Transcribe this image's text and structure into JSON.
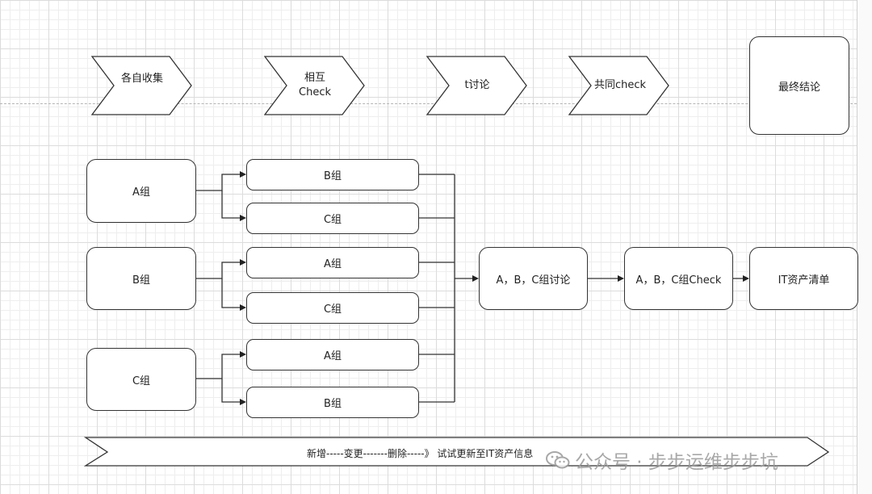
{
  "stages": [
    {
      "label": "各自收集"
    },
    {
      "label": "相互\nCheck"
    },
    {
      "label": "t讨论"
    },
    {
      "label": "共同check"
    },
    {
      "label": "最终结论"
    }
  ],
  "groups": [
    {
      "label": "A组",
      "checks": [
        "B组",
        "C组"
      ]
    },
    {
      "label": "B组",
      "checks": [
        "A组",
        "C组"
      ]
    },
    {
      "label": "C组",
      "checks": [
        "A组",
        "B组"
      ]
    }
  ],
  "flow": {
    "discuss": "A，B，C组讨论",
    "check": "A，B，C组Check",
    "result": "IT资产清单"
  },
  "banner": {
    "text": "新增-----变更-------删除-----》 试试更新至IT资产信息"
  },
  "watermark": {
    "text": "公众号 · 步步运维步步坑",
    "icon": "wechat-icon"
  },
  "colors": {
    "stroke": "#333333",
    "grid": "#dcdcdc",
    "watermark": "#9a9a9a"
  }
}
